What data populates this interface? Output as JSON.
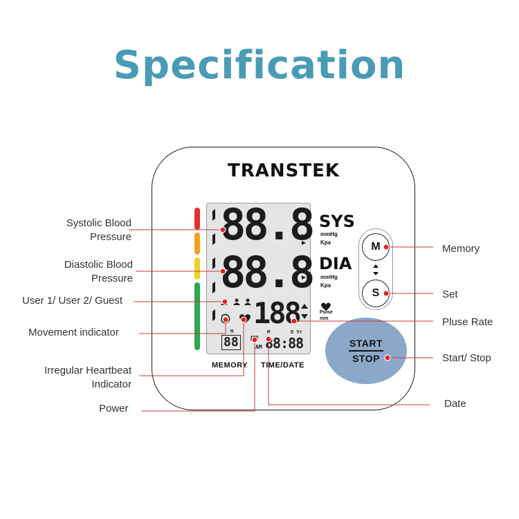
{
  "title": "Specification",
  "device": {
    "brand": "TRANSTEK",
    "lcd": {
      "sys_digits": "88.8",
      "dia_digits": "88.8",
      "pulse_digits": "188",
      "memory_digits": "88",
      "memory_tag": "M",
      "time_digits": "88:88",
      "am_label": "AM",
      "md_tag": "M",
      "dy_tag": "D Yr"
    },
    "sys_label": "SYS",
    "sys_unit1": "mmHg",
    "sys_unit2": "Kpa",
    "dia_label": "DIA",
    "dia_unit1": "mmHg",
    "dia_unit2": "Kpa",
    "pulse_label": "Pulse",
    "pulse_unit": "min",
    "memory_button": "M",
    "set_button": "S",
    "start_line1": "START",
    "start_line2": "STOP",
    "memory_caption": "MEMORY",
    "timedate_caption": "TIME/DATE",
    "bar_colors": [
      "#e03030",
      "#f5a020",
      "#f0d020",
      "#2ea84a"
    ]
  },
  "callouts": {
    "systolic": "Systolic Blood\nPressure",
    "diastolic": "Diastolic Blood\nPressure",
    "users": "User 1/ User 2/ Guest",
    "movement": "Movement indicator",
    "irregular": "Irregular Heartbeat\nIndicator",
    "power": "Power",
    "memory": "Memory",
    "set": "Set",
    "pulse": "Pluse Rate",
    "startstop": "Start/ Stop",
    "date": "Date"
  },
  "accent_color": "#d62a2a",
  "title_color": "#4a9bb5"
}
